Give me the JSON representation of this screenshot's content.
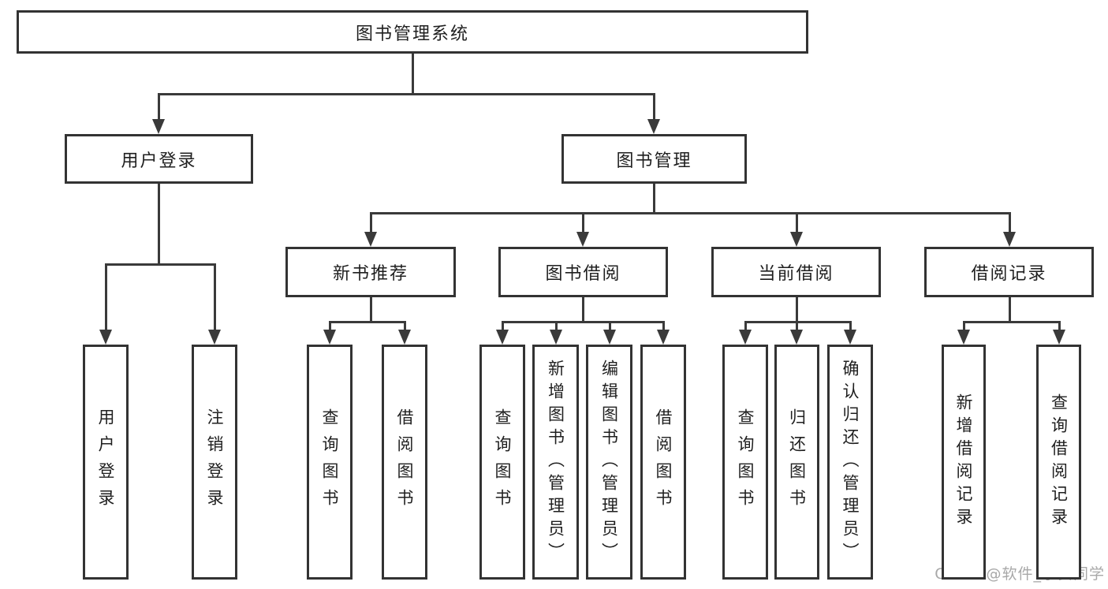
{
  "diagram": {
    "watermark": "CSDN @软件_小贺同学",
    "colors": {
      "background": "#ffffff",
      "box_border": "#333333",
      "line": "#3a3a3a",
      "text": "#1f1f1f",
      "watermark": "#a8a8a8"
    },
    "nodes": [
      {
        "id": "root",
        "label": "图书管理系统",
        "text_direction": "horizontal"
      },
      {
        "id": "user-login",
        "label": "用户登录",
        "text_direction": "horizontal"
      },
      {
        "id": "book-mgmt",
        "label": "图书管理",
        "text_direction": "horizontal"
      },
      {
        "id": "new-book-rec",
        "label": "新书推荐",
        "text_direction": "horizontal"
      },
      {
        "id": "book-borrow",
        "label": "图书借阅",
        "text_direction": "horizontal"
      },
      {
        "id": "current-borrow",
        "label": "当前借阅",
        "text_direction": "horizontal"
      },
      {
        "id": "borrow-records",
        "label": "借阅记录",
        "text_direction": "horizontal"
      },
      {
        "id": "leaf-user-login",
        "label": "用户登录",
        "text_direction": "vertical"
      },
      {
        "id": "leaf-logout",
        "label": "注销登录",
        "text_direction": "vertical"
      },
      {
        "id": "leaf-query-books-1",
        "label": "查询图书",
        "text_direction": "vertical"
      },
      {
        "id": "leaf-borrow-books-1",
        "label": "借阅图书",
        "text_direction": "vertical"
      },
      {
        "id": "leaf-query-books-2",
        "label": "查询图书",
        "text_direction": "vertical"
      },
      {
        "id": "leaf-add-books",
        "label": "新增图书（管理员）",
        "text_direction": "vertical"
      },
      {
        "id": "leaf-edit-books",
        "label": "编辑图书（管理员）",
        "text_direction": "vertical"
      },
      {
        "id": "leaf-borrow-books-2",
        "label": "借阅图书",
        "text_direction": "vertical"
      },
      {
        "id": "leaf-query-books-3",
        "label": "查询图书",
        "text_direction": "vertical"
      },
      {
        "id": "leaf-return-books",
        "label": "归还图书",
        "text_direction": "vertical"
      },
      {
        "id": "leaf-confirm-return",
        "label": "确认归还（管理员）",
        "text_direction": "vertical"
      },
      {
        "id": "leaf-add-borrow-record",
        "label": "新增借阅记录",
        "text_direction": "vertical"
      },
      {
        "id": "leaf-query-borrow-record",
        "label": "查询借阅记录",
        "text_direction": "vertical"
      }
    ],
    "edges": [
      {
        "from": "root",
        "to": "user-login"
      },
      {
        "from": "root",
        "to": "book-mgmt"
      },
      {
        "from": "user-login",
        "to": "leaf-user-login"
      },
      {
        "from": "user-login",
        "to": "leaf-logout"
      },
      {
        "from": "book-mgmt",
        "to": "new-book-rec"
      },
      {
        "from": "book-mgmt",
        "to": "book-borrow"
      },
      {
        "from": "book-mgmt",
        "to": "current-borrow"
      },
      {
        "from": "book-mgmt",
        "to": "borrow-records"
      },
      {
        "from": "new-book-rec",
        "to": "leaf-query-books-1"
      },
      {
        "from": "new-book-rec",
        "to": "leaf-borrow-books-1"
      },
      {
        "from": "book-borrow",
        "to": "leaf-query-books-2"
      },
      {
        "from": "book-borrow",
        "to": "leaf-add-books"
      },
      {
        "from": "book-borrow",
        "to": "leaf-edit-books"
      },
      {
        "from": "book-borrow",
        "to": "leaf-borrow-books-2"
      },
      {
        "from": "current-borrow",
        "to": "leaf-query-books-3"
      },
      {
        "from": "current-borrow",
        "to": "leaf-return-books"
      },
      {
        "from": "current-borrow",
        "to": "leaf-confirm-return"
      },
      {
        "from": "borrow-records",
        "to": "leaf-add-borrow-record"
      },
      {
        "from": "borrow-records",
        "to": "leaf-query-borrow-record"
      }
    ]
  }
}
